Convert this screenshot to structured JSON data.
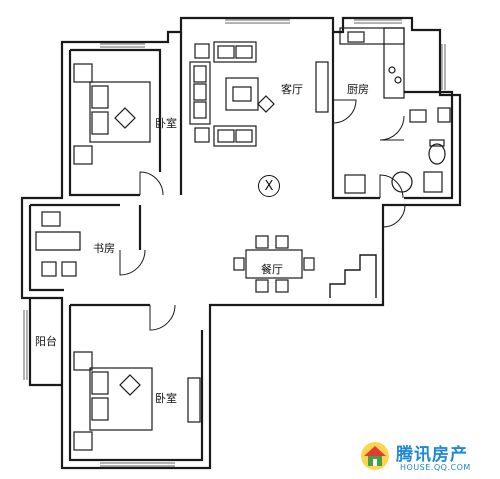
{
  "rooms": {
    "living_room": "客厅",
    "kitchen": "厨房",
    "master_bedroom": "卧室",
    "study": "书房",
    "dining_room": "餐厅",
    "second_bedroom": "卧室",
    "balcony": "阳台"
  },
  "symbol": "X",
  "watermark": {
    "brand": "腾讯房产",
    "url": "HOUSE.QQ.COM"
  },
  "colors": {
    "wall": "#1a1a1a",
    "window": "#666666",
    "watermark": "#1e88d6"
  }
}
